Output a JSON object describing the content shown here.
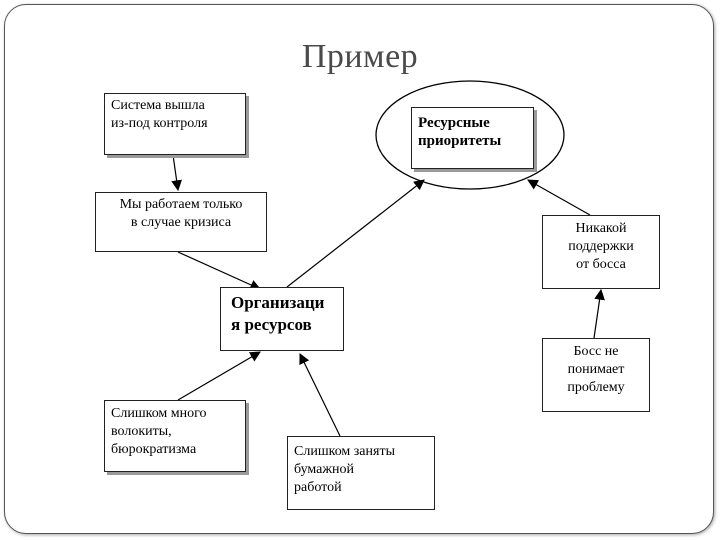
{
  "slide": {
    "title": "Пример"
  },
  "nodes": {
    "system_out_of_control": {
      "lines": [
        "Система вышла",
        "из-под контроля"
      ]
    },
    "crisis_only": {
      "lines": [
        "Мы работаем только",
        "в случае кризиса"
      ]
    },
    "resource_priorities": {
      "lines": [
        "Ресурсные",
        "приоритеты"
      ]
    },
    "no_boss_support": {
      "lines": [
        "Никакой",
        "поддержки",
        "от босса"
      ]
    },
    "resource_organization": {
      "lines": [
        "Организаци",
        "я ресурсов"
      ]
    },
    "boss_not_understand": {
      "lines": [
        "Босс не",
        "понимает",
        "проблему"
      ]
    },
    "too_much_red_tape": {
      "lines": [
        "Слишком много",
        "волокиты,",
        "бюрократизма"
      ]
    },
    "busy_with_paperwork": {
      "lines": [
        "Слишком заняты",
        "бумажной",
        "работой"
      ]
    }
  }
}
